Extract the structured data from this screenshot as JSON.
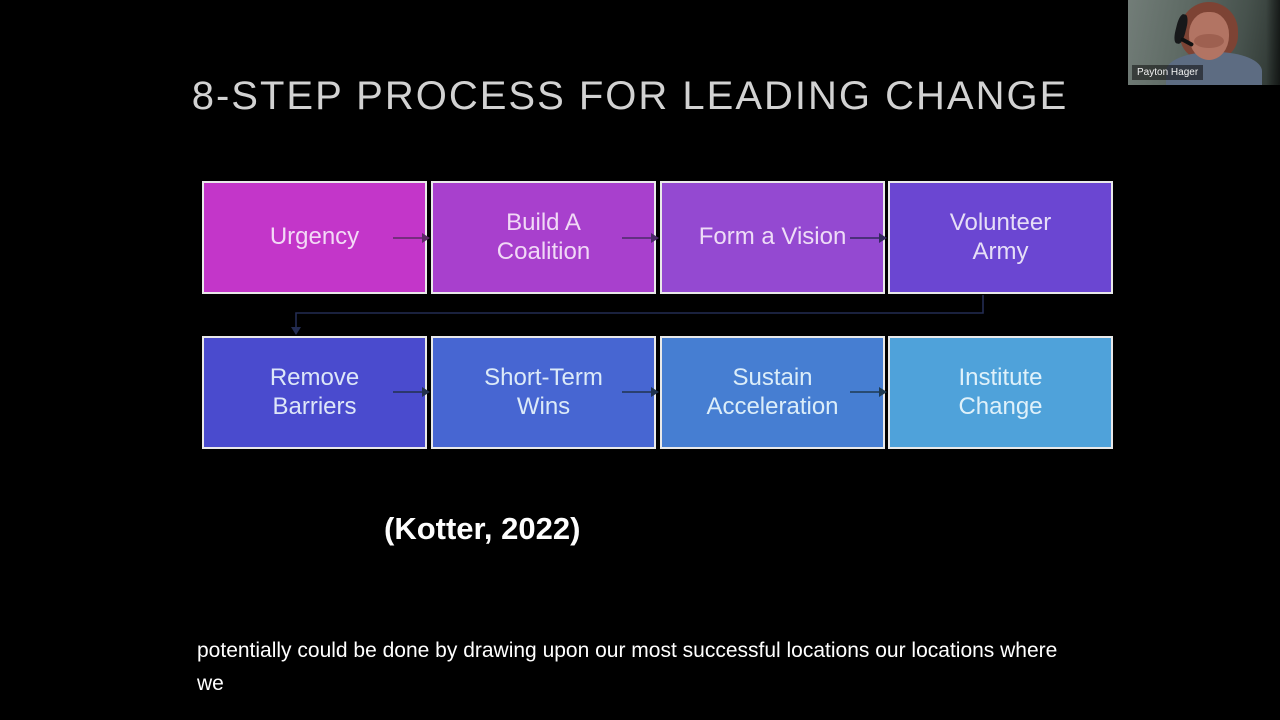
{
  "webcam": {
    "name_label": "Payton Hager"
  },
  "slide": {
    "title": "8-STEP PROCESS FOR LEADING CHANGE",
    "citation": "(Kotter, 2022)",
    "steps": [
      {
        "label": "Urgency",
        "color": "#c336c9",
        "text_color": "#f3d9f6"
      },
      {
        "label": "Build A Coalition",
        "color": "#a840cd",
        "text_color": "#f1d9f6"
      },
      {
        "label": "Form a Vision",
        "color": "#9449d1",
        "text_color": "#eedcf7"
      },
      {
        "label": "Volunteer Army",
        "color": "#6b46d2",
        "text_color": "#e6def7"
      },
      {
        "label": "Remove Barriers",
        "color": "#4a4bce",
        "text_color": "#dde6f8"
      },
      {
        "label": "Short-Term Wins",
        "color": "#4766d2",
        "text_color": "#dceaf8"
      },
      {
        "label": "Sustain Acceleration",
        "color": "#467ed2",
        "text_color": "#dbedf9"
      },
      {
        "label": "Institute Change",
        "color": "#4fa2da",
        "text_color": "#dff1fa"
      }
    ],
    "arrow_colors": {
      "a1": "#5c2a66",
      "a2": "#4b2a68",
      "a3": "#33295e",
      "a4": "#23314e",
      "a5": "#203350",
      "a6": "#1e3a52",
      "connector": "#232c52"
    }
  },
  "caption": {
    "line1": "potentially could be done by drawing upon our most successful locations our locations where",
    "line2": "we"
  }
}
